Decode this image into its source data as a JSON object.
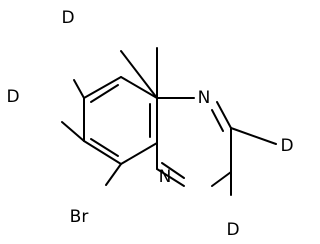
{
  "molecule": {
    "atoms": {
      "d_top": "D",
      "d_left": "D",
      "br": "Br",
      "n_top": "N",
      "n_bottom": "N",
      "d_right": "D",
      "d_bottom": "D"
    }
  }
}
